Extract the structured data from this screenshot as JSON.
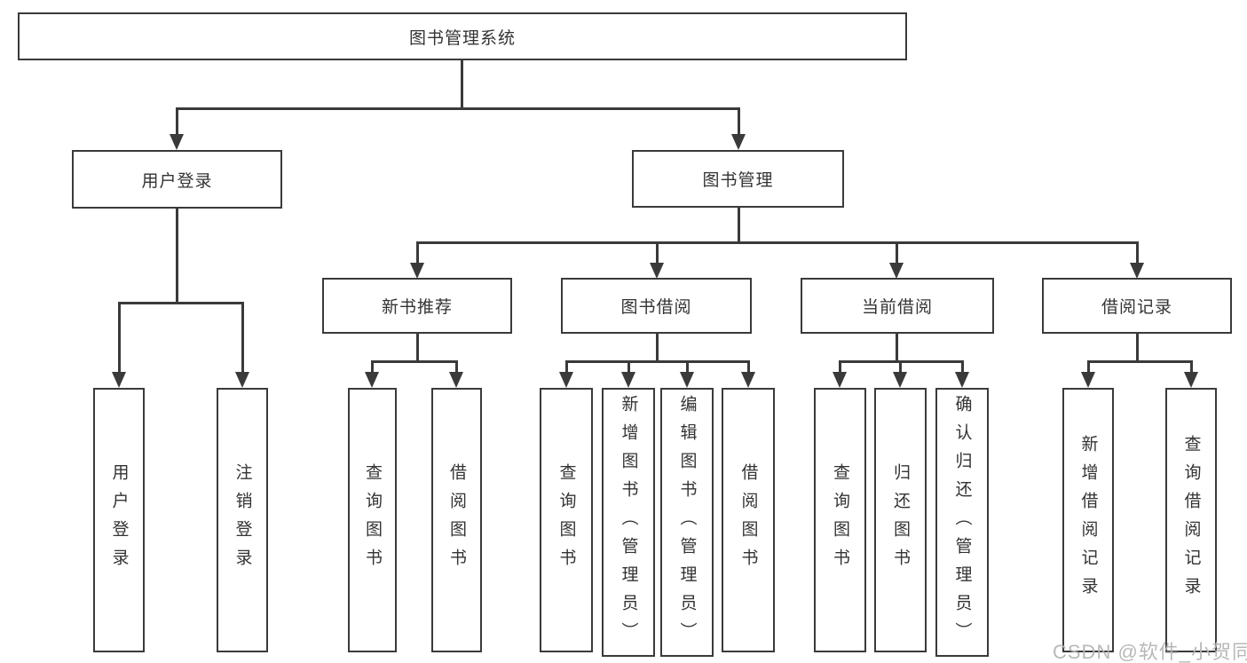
{
  "title": "图书管理系统",
  "watermark": {
    "text": "CSDN @软件_小贺同学"
  },
  "colors": {
    "line": "#3a3a3a",
    "text": "#333333",
    "watermark": "#b5b5b5",
    "background": "#ffffff"
  },
  "tree": {
    "root": {
      "label": "图书管理系统"
    },
    "branches": [
      {
        "label": "用户登录",
        "leaves": [
          "用户登录",
          "注销登录"
        ]
      },
      {
        "label": "图书管理",
        "groups": [
          {
            "label": "新书推荐",
            "leaves": [
              "查询图书",
              "借阅图书"
            ]
          },
          {
            "label": "图书借阅",
            "leaves": [
              "查询图书",
              "新增图书（管理员）",
              "编辑图书（管理员）",
              "借阅图书"
            ]
          },
          {
            "label": "当前借阅",
            "leaves": [
              "查询图书",
              "归还图书",
              "确认归还（管理员）"
            ]
          },
          {
            "label": "借阅记录",
            "leaves": [
              "新增借阅记录",
              "查询借阅记录"
            ]
          }
        ]
      }
    ]
  }
}
